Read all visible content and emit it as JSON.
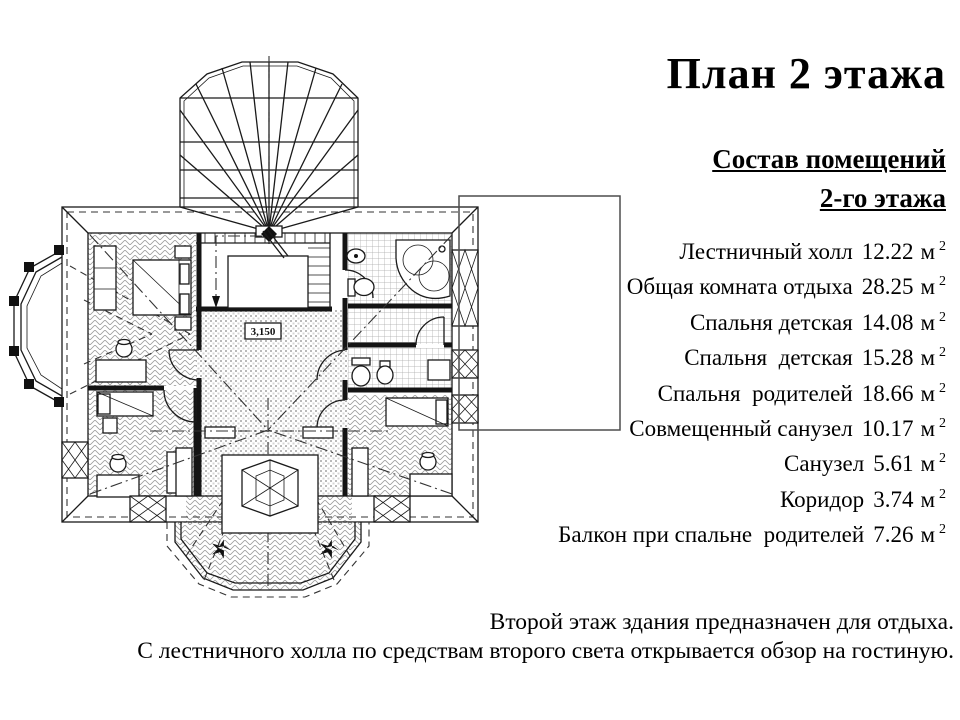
{
  "title": "План 2 этажа",
  "subtitle": {
    "line1": "Состав помещений",
    "line2": "2-го этажа"
  },
  "rooms": [
    {
      "name": "Лестничный холл",
      "area": "12.22"
    },
    {
      "name": "Общая комната отдыха",
      "area": "28.25"
    },
    {
      "name": "Спальня детская",
      "area": "14.08"
    },
    {
      "name": "Спальня  детская",
      "area": "15.28"
    },
    {
      "name": "Спальня  родителей",
      "area": "18.66"
    },
    {
      "name": "Совмещенный санузел",
      "area": "10.17"
    },
    {
      "name": "Санузел",
      "area": "5.61"
    },
    {
      "name": "Коридор",
      "area": "3.74"
    },
    {
      "name": "Балкон при спальне  родителей",
      "area": "7.26"
    }
  ],
  "area_unit": "м",
  "area_sup": "2",
  "footer": {
    "line1": "Второй этаж здания предназначен для отдыха.",
    "line2": "С лестничного холла по средствам второго света открывается обзор на гостиную."
  },
  "plan": {
    "level_mark": "3,150"
  }
}
